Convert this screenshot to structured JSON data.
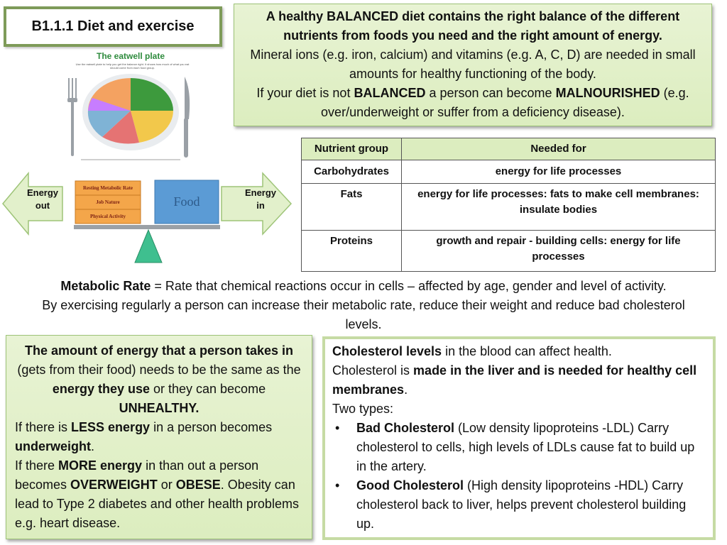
{
  "title": "B1.1.1 Diet and exercise",
  "intro": {
    "line1": "A healthy BALANCED diet contains the right balance of the different nutrients from foods you need and the right amount of energy.",
    "line2": "Mineral ions (e.g. iron, calcium) and vitamins (e.g. A, C, D) are needed in small amounts for healthy functioning of the body.",
    "line3_a": " If your diet is not ",
    "line3_b": "BALANCED",
    "line3_c": " a person can become ",
    "line3_d": "MALNOURISHED",
    "line3_e": " (e.g. over/underweight or suffer from a deficiency disease)."
  },
  "eatwell": {
    "heading": "The eatwell plate",
    "caption": "Use the eatwell plate to help you get the balance right. It shows how much of what you eat should come from each food group."
  },
  "scale": {
    "energy_out": [
      "Energy",
      "out"
    ],
    "energy_in": [
      "Energy",
      "in"
    ],
    "stack": [
      "Resting Metabolic Rate",
      "Job Nature",
      "Physical Activity"
    ],
    "food": "Food",
    "colors": {
      "arrow": "#e2f0cb",
      "food": "#5b9bd5",
      "stack": "#f4a64a",
      "pivot": "#3fbf8f"
    }
  },
  "table": {
    "headers": [
      "Nutrient group",
      "Needed for"
    ],
    "rows": [
      [
        "Carbohydrates",
        "energy for life processes"
      ],
      [
        "Fats",
        "energy for life processes: fats to make cell membranes: insulate bodies"
      ],
      [
        "Proteins",
        "growth and repair - building cells: energy for life processes"
      ]
    ]
  },
  "metabolic": {
    "term": "Metabolic Rate",
    "definition": " = Rate that chemical reactions occur in cells – affected by age, gender and level of activity.",
    "line2": "By exercising regularly a person can increase their metabolic rate, reduce their weight and reduce bad cholesterol levels."
  },
  "energy_box": {
    "s1": "The amount of energy that a person takes in",
    "s2": " (gets from their food) needs to be the same as the ",
    "s3": "energy they use",
    "s4": " or they can become ",
    "s5": "UNHEALTHY.",
    "l2a": "If there is ",
    "l2b": "LESS energy",
    "l2c": " in a person becomes ",
    "l2d": "underweight",
    "l2e": ".",
    "l3a": "If there ",
    "l3b": "MORE energy",
    "l3c": " in than out a person becomes ",
    "l3d": "OVERWEIGHT",
    "l3e": " or ",
    "l3f": "OBESE",
    "l3g": ". Obesity can lead to Type 2 diabetes and other health problems e.g. heart disease."
  },
  "cholesterol": {
    "p1a": "Cholesterol levels",
    "p1b": " in the blood can affect health.",
    "p2a": "Cholesterol is ",
    "p2b": "made in the liver and is needed for healthy cell membranes",
    "p2c": ".",
    "p3": "Two types:",
    "bullet": "•",
    "b1a": "Bad Cholesterol",
    "b1b": " (Low density lipoproteins -LDL) Carry cholesterol to cells, high levels of LDLs cause fat to build up in the artery.",
    "b2a": "Good Cholesterol",
    "b2b": " (High density lipoproteins -HDL) Carry cholesterol back to liver, helps prevent cholesterol building up."
  }
}
